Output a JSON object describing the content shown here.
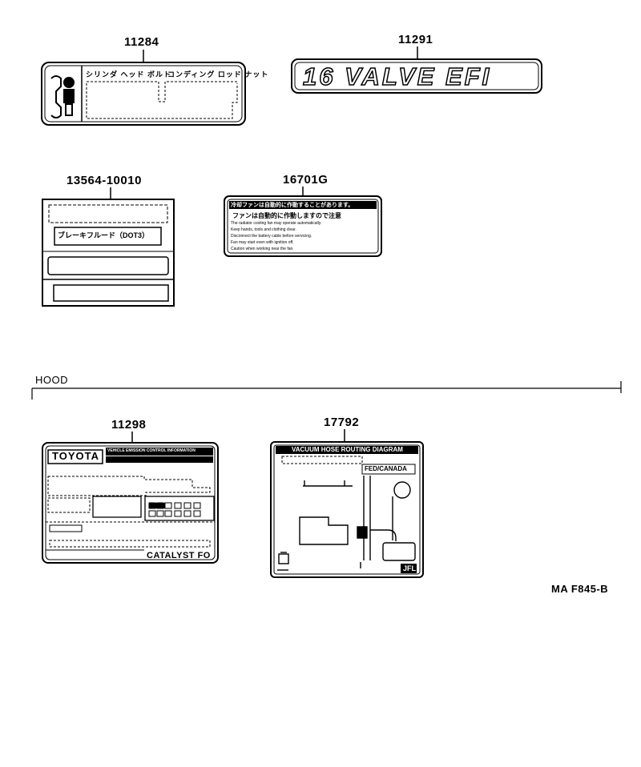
{
  "parts": {
    "p11284": "11284",
    "p11291": "11291",
    "p13564": "13564-10010",
    "p16701": "16701G",
    "p11298": "11298",
    "p17792": "17792"
  },
  "labels": {
    "cylinder_head_bolt": "シリンダ ヘッド ボルト",
    "cylinder_head_nut": "コンディング ロッド ナット",
    "valve_badge": "16 VALVE EFI",
    "toyota": "TOYOTA",
    "emission_title": "VEHICLE EMISSION CONTROL INFORMATION",
    "catalyst": "CATALYST FO",
    "vacuum_title": "VACUUM HOSE ROUTING DIAGRAM",
    "fed_canada": "FED/CANADA",
    "jfl": "JFL",
    "fan_line1": "冷却ファンは自動的に作動することがあります。",
    "fan_line2": "ファンは自動的に作動しますので注意",
    "fan_en1": "The radiator cooling fan may operate automatically.",
    "fan_en2": "Keep hands, tools and clothing clear.",
    "fan_en3": "Disconnect the battery cable before servicing.",
    "fan_en4": "Fan may start even with ignition off.",
    "fan_en5": "Caution when working near the fan.",
    "stk_title": "ブレーキフルード（DOT3）"
  },
  "hood_label": "HOOD",
  "footer_code": "MA F845-B"
}
